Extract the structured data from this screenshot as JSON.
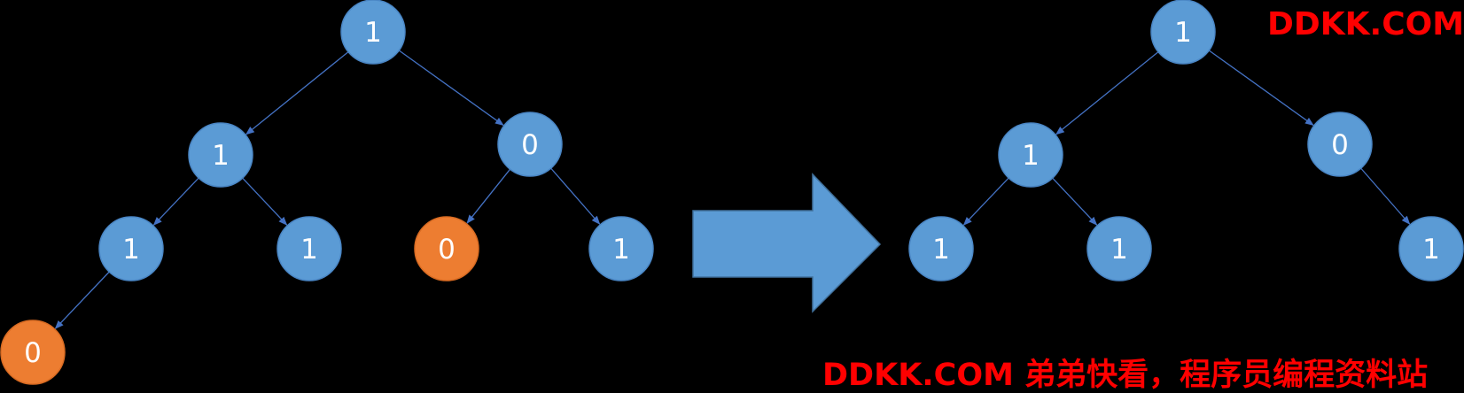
{
  "colors": {
    "background": "#000000",
    "node_fill": "#5b9bd5",
    "node_stroke": "#4a86c5",
    "highlight_fill": "#ed7d31",
    "highlight_stroke": "#d96b22",
    "edge": "#4472c4",
    "arrow": "#5b9bd5",
    "watermark": "#ff0000"
  },
  "watermarks": {
    "top": "DDKK.COM",
    "bottom": "DDKK.COM 弟弟快看，程序员编程资料站"
  },
  "before_tree": {
    "nodes": [
      {
        "id": "a",
        "value": "1",
        "highlight": false
      },
      {
        "id": "b",
        "value": "1",
        "highlight": false
      },
      {
        "id": "c",
        "value": "0",
        "highlight": false
      },
      {
        "id": "d",
        "value": "1",
        "highlight": false
      },
      {
        "id": "e",
        "value": "1",
        "highlight": false
      },
      {
        "id": "f",
        "value": "0",
        "highlight": true
      },
      {
        "id": "g",
        "value": "1",
        "highlight": false
      },
      {
        "id": "h",
        "value": "0",
        "highlight": true
      }
    ],
    "edges": [
      [
        "a",
        "b"
      ],
      [
        "a",
        "c"
      ],
      [
        "b",
        "d"
      ],
      [
        "b",
        "e"
      ],
      [
        "c",
        "f"
      ],
      [
        "c",
        "g"
      ],
      [
        "d",
        "h"
      ]
    ]
  },
  "after_tree": {
    "nodes": [
      {
        "id": "a",
        "value": "1",
        "highlight": false
      },
      {
        "id": "b",
        "value": "1",
        "highlight": false
      },
      {
        "id": "c",
        "value": "0",
        "highlight": false
      },
      {
        "id": "d",
        "value": "1",
        "highlight": false
      },
      {
        "id": "e",
        "value": "1",
        "highlight": false
      },
      {
        "id": "g",
        "value": "1",
        "highlight": false
      }
    ],
    "edges": [
      [
        "a",
        "b"
      ],
      [
        "a",
        "c"
      ],
      [
        "b",
        "d"
      ],
      [
        "b",
        "e"
      ],
      [
        "c",
        "g"
      ]
    ]
  }
}
